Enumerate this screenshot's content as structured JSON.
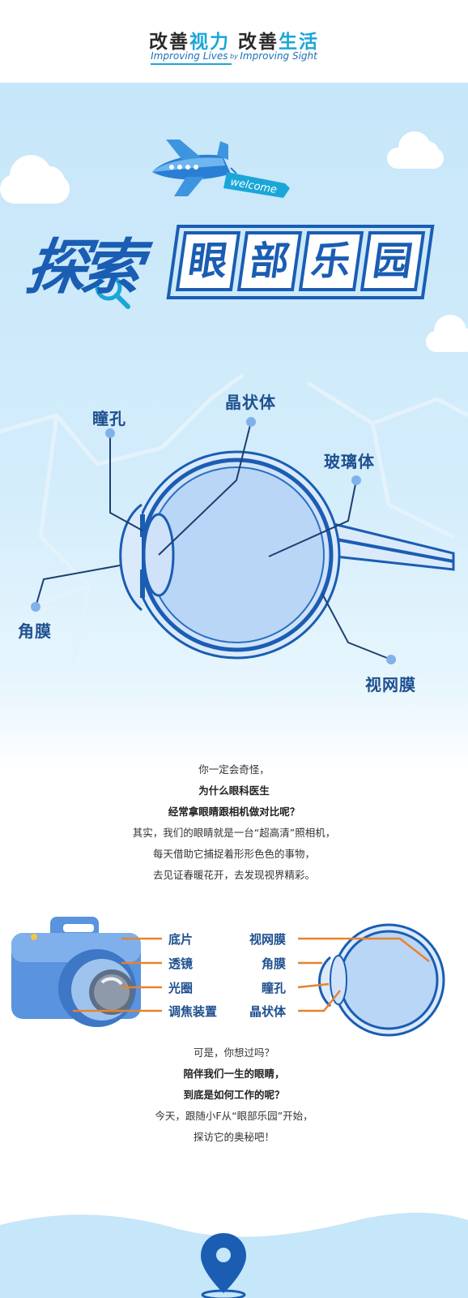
{
  "header": {
    "slogan_zh": {
      "part1": "改善",
      "part2": "视力",
      "part3": " 改善",
      "part4": "生活"
    },
    "slogan_en": {
      "part1": "Improving Lives",
      "part2": " by ",
      "part3": "Improving Sight"
    }
  },
  "hero": {
    "banner_text": "welcome",
    "title_prefix": "探索",
    "title_chars": [
      "眼",
      "部",
      "乐",
      "园"
    ]
  },
  "eye_diagram": {
    "labels": {
      "pupil": "瞳孔",
      "lens": "晶状体",
      "vitreous": "玻璃体",
      "cornea": "角膜",
      "retina": "视网膜"
    }
  },
  "intro": {
    "lines": [
      "你一定会奇怪，",
      "为什么眼科医生",
      "经常拿眼睛跟相机做对比呢？",
      "其实，我们的眼睛就是一台“超高清”照相机，",
      "每天借助它捕捉着形形色色的事物，",
      "去见证春暖花开，去发现视界精彩。"
    ]
  },
  "comparison": {
    "camera_labels": [
      "底片",
      "透镜",
      "光圈",
      "调焦装置"
    ],
    "eye_labels": [
      "视网膜",
      "角膜",
      "瞳孔",
      "晶状体"
    ]
  },
  "outro": {
    "lines": [
      "可是，你想过吗？",
      "陪伴我们一生的眼睛，",
      "到底是如何工作的呢？",
      "今天，跟随小F从“眼部乐园”开始，",
      "探访它的奥秘吧！"
    ]
  },
  "colors": {
    "brand_blue": "#1a5db3",
    "accent_cyan": "#1aa6d8",
    "eye_fill": "#b9d6f7",
    "orange_line": "#e8832a"
  },
  "icons": [
    "airplane-icon",
    "magnifier-icon",
    "camera-icon",
    "eyeball-icon",
    "location-pin-icon"
  ]
}
